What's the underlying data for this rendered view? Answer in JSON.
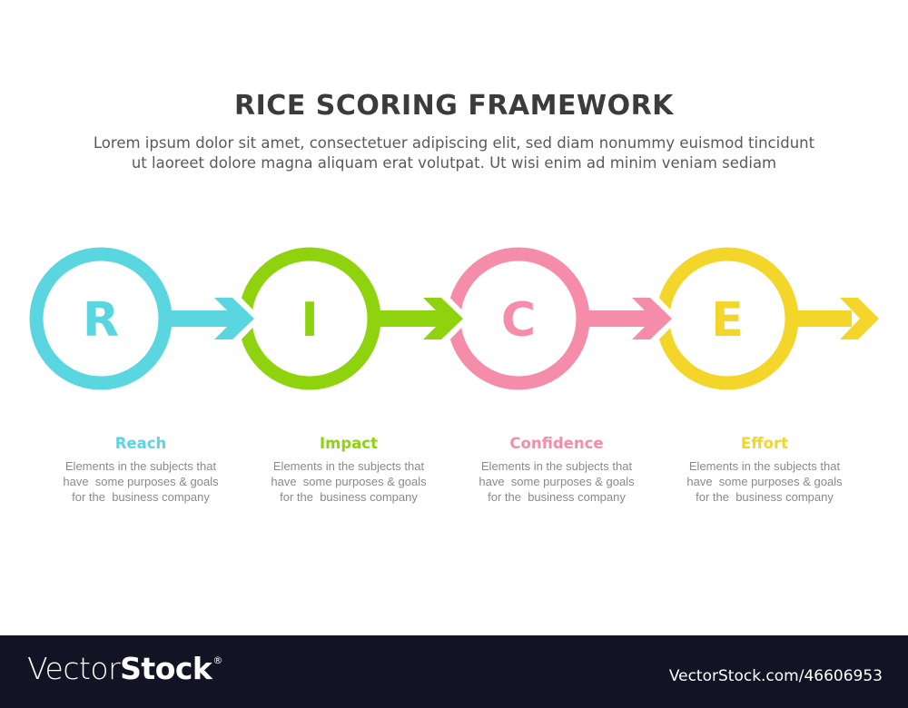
{
  "header": {
    "title": "RICE SCORING FRAMEWORK",
    "subtitle_lines": [
      "Lorem ipsum dolor sit amet, consectetuer adipiscing elit, sed diam nonummy euismod tincidunt",
      "ut laoreet dolore magna aliquam erat volutpat. Ut wisi enim ad minim veniam sediam"
    ]
  },
  "steps": [
    {
      "letter": "R",
      "label": "Reach",
      "color": "#5ad6e0",
      "description": "Elements in the subjects that\nhave  some purposes & goals\nfor the  business company",
      "icon": "arrow-right-icon"
    },
    {
      "letter": "I",
      "label": "Impact",
      "color": "#8fd20e",
      "description": "Elements in the subjects that\nhave  some purposes & goals\nfor the  business company",
      "icon": "arrow-right-icon"
    },
    {
      "letter": "C",
      "label": "Confidence",
      "color": "#f58caa",
      "description": "Elements in the subjects that\nhave  some purposes & goals\nfor the  business company",
      "icon": "arrow-right-icon"
    },
    {
      "letter": "E",
      "label": "Effort",
      "color": "#f3d629",
      "description": "Elements in the subjects that\nhave  some purposes & goals\nfor the  business company",
      "icon": "arrow-right-icon"
    }
  ],
  "footer": {
    "brand_light": "Vector",
    "brand_bold": "Stock",
    "brand_mark": "®",
    "url": "VectorStock.com/46606953",
    "background": "#121425"
  }
}
